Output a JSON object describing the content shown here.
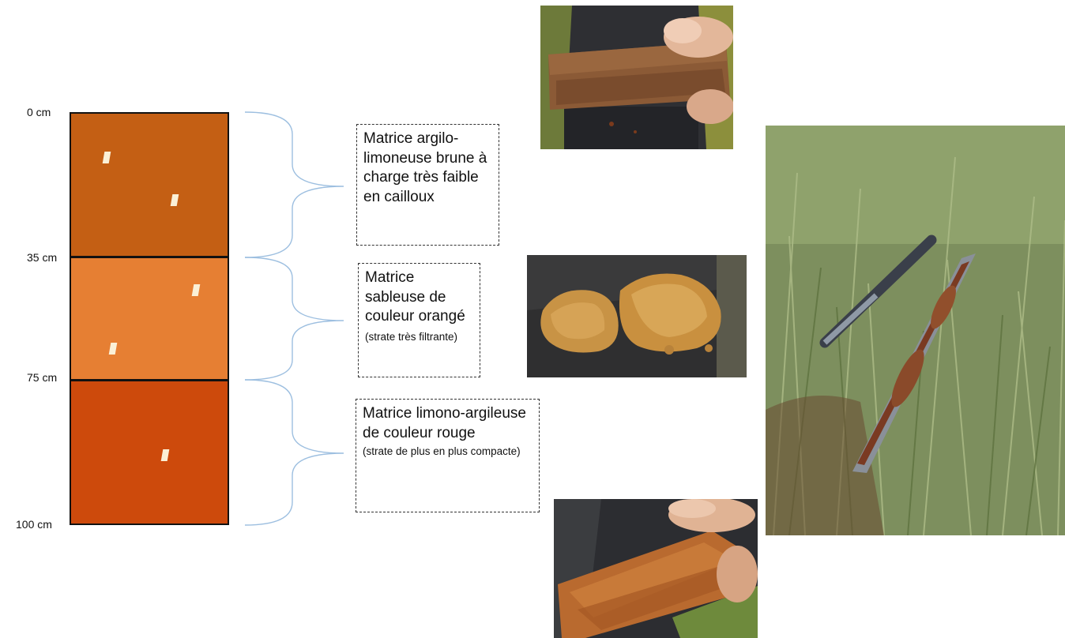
{
  "depth_labels": [
    "0 cm",
    "35 cm",
    "75 cm",
    "100 cm"
  ],
  "layers": [
    {
      "color": "#c45f14",
      "main_text": "Matrice argilo-limoneuse brune à charge très faible en cailloux",
      "note_text": ""
    },
    {
      "color": "#e67f33",
      "main_text": "Matrice sableuse de couleur orangé",
      "note_text": "(strate très filtrante)"
    },
    {
      "color": "#cd4a0c",
      "main_text": "Matrice limono-argileuse de couleur rouge",
      "note_text": "(strate de plus en plus compacte)"
    }
  ],
  "colors": {
    "outline": "#111111",
    "brace": "#9dbfe0",
    "pebble": "#fbf0d6"
  },
  "photos": [
    {
      "name": "soil-sample-topsoil-photo",
      "subject": "brown clay-silt soil core held in hand"
    },
    {
      "name": "soil-sample-sand-photo",
      "subject": "orange sandy soil clumps on black tarp"
    },
    {
      "name": "soil-sample-deep-photo",
      "subject": "red compact silty-clay soil core in hand"
    },
    {
      "name": "auger-in-grass-photo",
      "subject": "soil auger with extracted core lying in grass"
    }
  ]
}
